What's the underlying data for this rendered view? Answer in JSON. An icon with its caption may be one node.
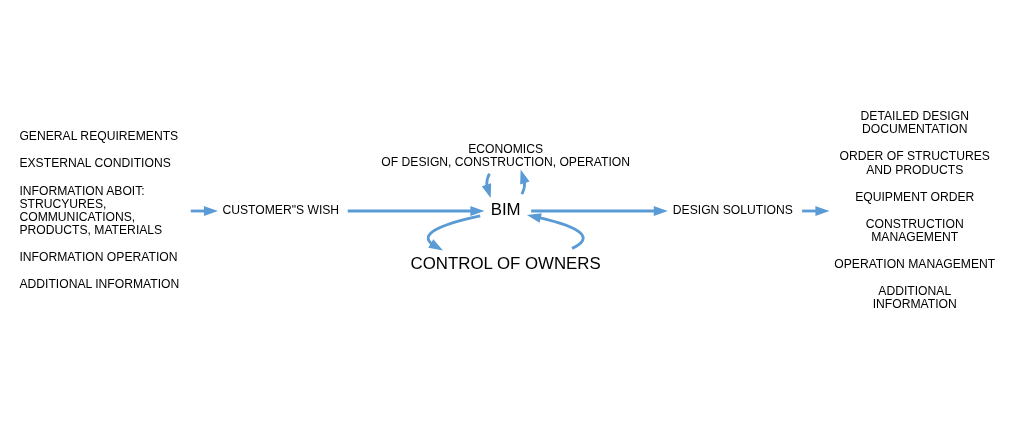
{
  "diagram": {
    "nodes": [
      {
        "text": [
          "GENERAL REQUIREMENTS",
          "EXSTERNAL CONDITIONS",
          "INFORMATION ABOIT: STRUCYURES, COMMUNICATIONS, PRODUCTS, MATERIALS",
          "INFORMATION OPERATION",
          "ADDITIONAL INFORMATION"
        ]
      },
      {
        "text": [
          "CUSTOMER\"S WISH"
        ]
      },
      {
        "text": [
          "BIM"
        ]
      },
      {
        "text": [
          "DESIGN SOLUTIONS"
        ]
      },
      {
        "text": [
          "DETAILED DESIGN DOCUMENTATION",
          "ORDER OF STRUCTURES AND PRODUCTS",
          "EQUIPMENT ORDER",
          "CONSTRUCTION MANAGEMENT",
          "OPERATION MANAGEMENT",
          "ADDITIONAL INFORMATION"
        ]
      },
      {
        "text": [
          "CONTROL OF OWNERS"
        ]
      },
      {
        "text": [
          "ECONOMICS",
          "OF DESIGN, CONSTRUCTION, OPERATION"
        ]
      }
    ],
    "edges": [
      {
        "from": 0,
        "to": 1,
        "arrow": "to"
      },
      {
        "from": 1,
        "to": 2,
        "arrow": "to"
      },
      {
        "from": 2,
        "to": 3,
        "arrow": "to"
      },
      {
        "from": 3,
        "to": 4,
        "arrow": "to"
      },
      {
        "from": 5,
        "to": 2,
        "arrow": "to"
      },
      {
        "from": 2,
        "to": 5,
        "arrow": "to"
      },
      {
        "from": 2,
        "to": 6,
        "arrow": "to"
      },
      {
        "from": 6,
        "to": 2,
        "arrow": "to"
      }
    ]
  }
}
